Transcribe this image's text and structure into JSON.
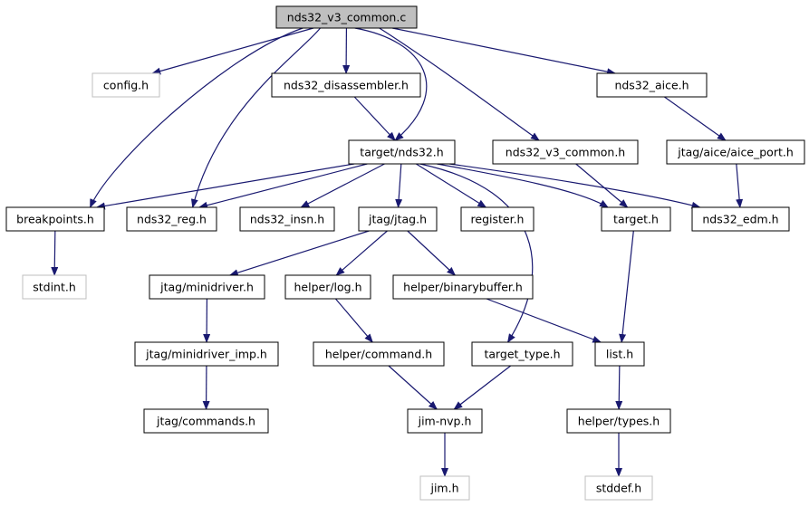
{
  "colors": {
    "edge": "#191970",
    "node_border": "#000000",
    "external_border": "#bfbfbf",
    "root_fill": "#bfbfbf",
    "external_text": "#808080"
  },
  "nodes": {
    "root": {
      "label": "nds32_v3_common.c",
      "kind": "root"
    },
    "config": {
      "label": "config.h",
      "kind": "external"
    },
    "disasm": {
      "label": "nds32_disassembler.h",
      "kind": "normal"
    },
    "aice": {
      "label": "nds32_aice.h",
      "kind": "normal"
    },
    "target_nds32": {
      "label": "target/nds32.h",
      "kind": "normal"
    },
    "v3common_h": {
      "label": "nds32_v3_common.h",
      "kind": "normal"
    },
    "aice_port": {
      "label": "jtag/aice/aice_port.h",
      "kind": "normal"
    },
    "breakpoints": {
      "label": "breakpoints.h",
      "kind": "normal"
    },
    "nds32_reg": {
      "label": "nds32_reg.h",
      "kind": "normal"
    },
    "nds32_insn": {
      "label": "nds32_insn.h",
      "kind": "normal"
    },
    "jtag": {
      "label": "jtag/jtag.h",
      "kind": "normal"
    },
    "register": {
      "label": "register.h",
      "kind": "normal"
    },
    "target": {
      "label": "target.h",
      "kind": "normal"
    },
    "edm": {
      "label": "nds32_edm.h",
      "kind": "normal"
    },
    "stdint": {
      "label": "stdint.h",
      "kind": "external"
    },
    "minidriver": {
      "label": "jtag/minidriver.h",
      "kind": "normal"
    },
    "log": {
      "label": "helper/log.h",
      "kind": "normal"
    },
    "binbuf": {
      "label": "helper/binarybuffer.h",
      "kind": "normal"
    },
    "minidriver_imp": {
      "label": "jtag/minidriver_imp.h",
      "kind": "normal"
    },
    "command": {
      "label": "helper/command.h",
      "kind": "normal"
    },
    "target_type": {
      "label": "target_type.h",
      "kind": "normal"
    },
    "list": {
      "label": "list.h",
      "kind": "normal"
    },
    "commands": {
      "label": "jtag/commands.h",
      "kind": "normal"
    },
    "jimnvp": {
      "label": "jim-nvp.h",
      "kind": "normal"
    },
    "types": {
      "label": "helper/types.h",
      "kind": "normal"
    },
    "jim": {
      "label": "jim.h",
      "kind": "external"
    },
    "stddef": {
      "label": "stddef.h",
      "kind": "external"
    }
  },
  "edges": [
    [
      "root",
      "config"
    ],
    [
      "root",
      "disasm"
    ],
    [
      "root",
      "aice"
    ],
    [
      "root",
      "target_nds32"
    ],
    [
      "root",
      "v3common_h"
    ],
    [
      "root",
      "breakpoints"
    ],
    [
      "root",
      "nds32_reg"
    ],
    [
      "disasm",
      "target_nds32"
    ],
    [
      "aice",
      "aice_port"
    ],
    [
      "aice_port",
      "edm"
    ],
    [
      "v3common_h",
      "target"
    ],
    [
      "target_nds32",
      "breakpoints"
    ],
    [
      "target_nds32",
      "nds32_reg"
    ],
    [
      "target_nds32",
      "nds32_insn"
    ],
    [
      "target_nds32",
      "jtag"
    ],
    [
      "target_nds32",
      "register"
    ],
    [
      "target_nds32",
      "target"
    ],
    [
      "target_nds32",
      "edm"
    ],
    [
      "target_nds32",
      "target_type"
    ],
    [
      "breakpoints",
      "stdint"
    ],
    [
      "jtag",
      "minidriver"
    ],
    [
      "jtag",
      "log"
    ],
    [
      "jtag",
      "binbuf"
    ],
    [
      "minidriver",
      "minidriver_imp"
    ],
    [
      "minidriver_imp",
      "commands"
    ],
    [
      "log",
      "command"
    ],
    [
      "command",
      "jimnvp"
    ],
    [
      "binbuf",
      "list"
    ],
    [
      "target",
      "list"
    ],
    [
      "target_type",
      "jimnvp"
    ],
    [
      "jimnvp",
      "jim"
    ],
    [
      "list",
      "types"
    ],
    [
      "types",
      "stddef"
    ]
  ]
}
